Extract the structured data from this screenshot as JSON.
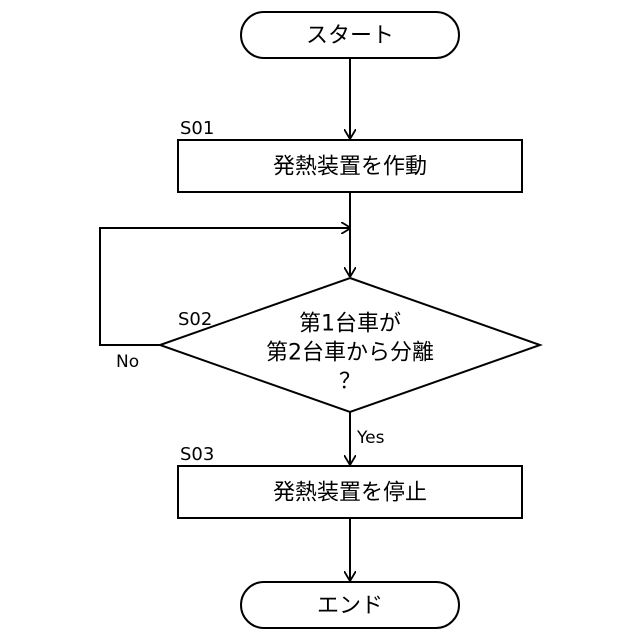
{
  "colors": {
    "stroke": "#000000",
    "background": "#ffffff"
  },
  "flowchart": {
    "start": {
      "label": "スタート"
    },
    "s01": {
      "step": "S01",
      "label": "発熱装置を作動"
    },
    "s02": {
      "step": "S02",
      "lines": [
        "第1台車が",
        "第2台車から分離",
        "？"
      ],
      "no_label": "No",
      "yes_label": "Yes"
    },
    "s03": {
      "step": "S03",
      "label": "発熱装置を停止"
    },
    "end": {
      "label": "エンド"
    }
  }
}
